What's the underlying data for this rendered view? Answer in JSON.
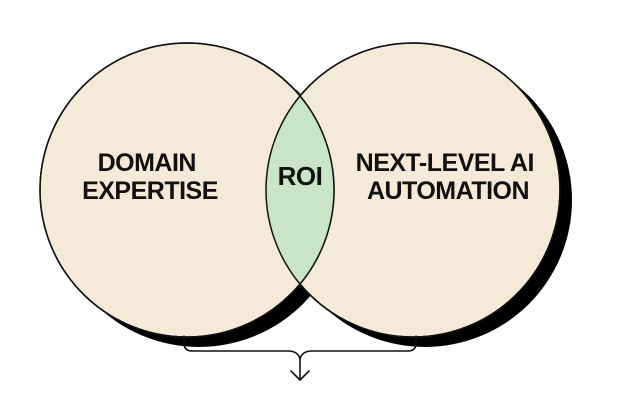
{
  "diagram": {
    "left_circle": {
      "line1": "DOMAIN",
      "line2": "EXPERTISE"
    },
    "right_circle": {
      "line1": "NEXT-LEVEL AI",
      "line2": "AUTOMATION"
    },
    "overlap": {
      "label": "ROI"
    }
  },
  "colors": {
    "circle_fill": "#f5ead7",
    "overlap_fill": "#c8e6c6",
    "shadow": "#000000",
    "outline": "#111111"
  }
}
